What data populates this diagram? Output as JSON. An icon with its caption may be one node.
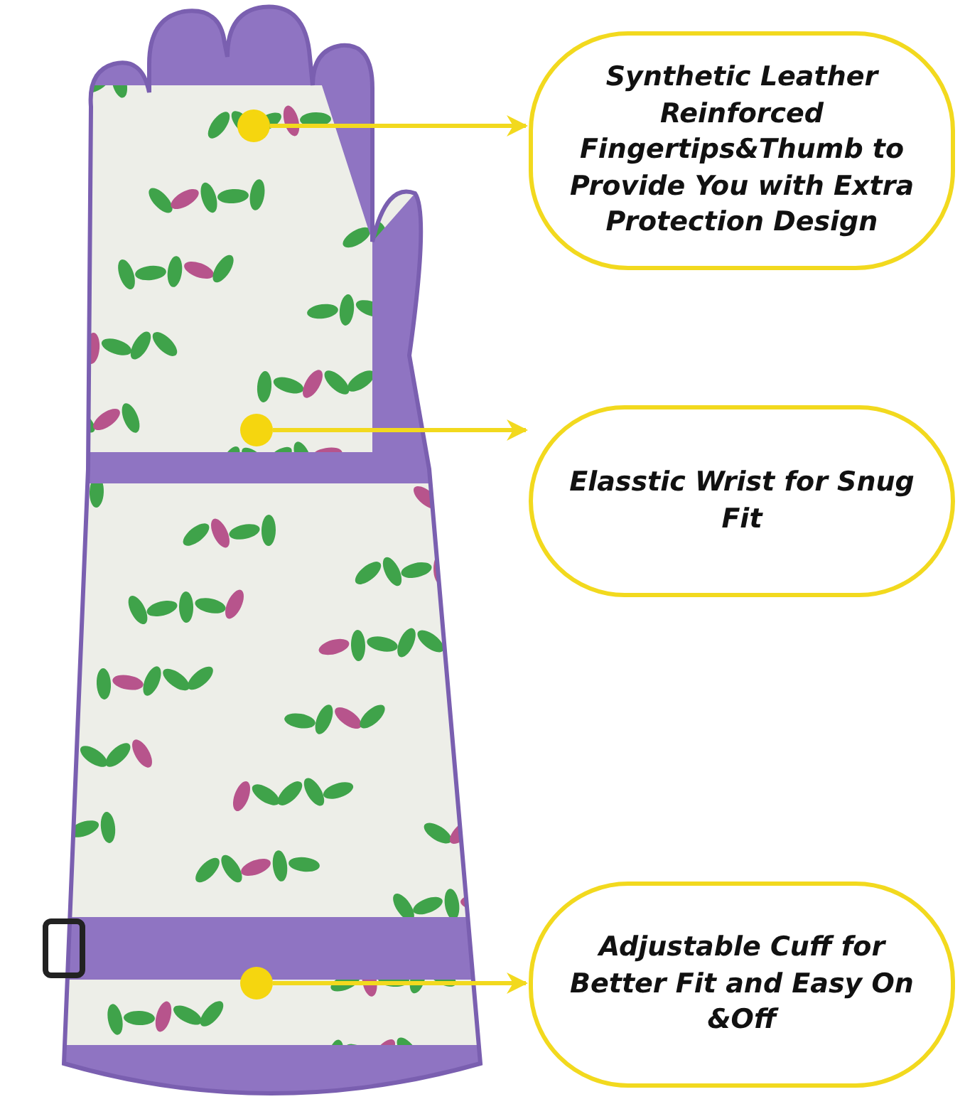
{
  "diagram": {
    "nodes": [
      {
        "text": [],
        "shape": "picture"
      },
      {
        "text": [],
        "shape": "circle",
        "in": 0
      },
      {
        "text": [],
        "shape": "circle",
        "in": 0
      },
      {
        "text": [],
        "shape": "circle",
        "in": 0
      },
      {
        "text": [
          "Synthetic Leather Reinforced Fingertips&Thumb to Provide You with Extra Protection Design"
        ]
      },
      {
        "text": [
          "Elasstic Wrist for Snug Fit"
        ]
      },
      {
        "text": [
          "Adjustable Cuff for Better Fit and Easy On &Off"
        ]
      }
    ],
    "edges": [
      {
        "from": 1,
        "to": 4,
        "arrow": "to"
      },
      {
        "from": 2,
        "to": 5,
        "arrow": "to"
      },
      {
        "from": 3,
        "to": 6,
        "arrow": "to"
      }
    ]
  }
}
